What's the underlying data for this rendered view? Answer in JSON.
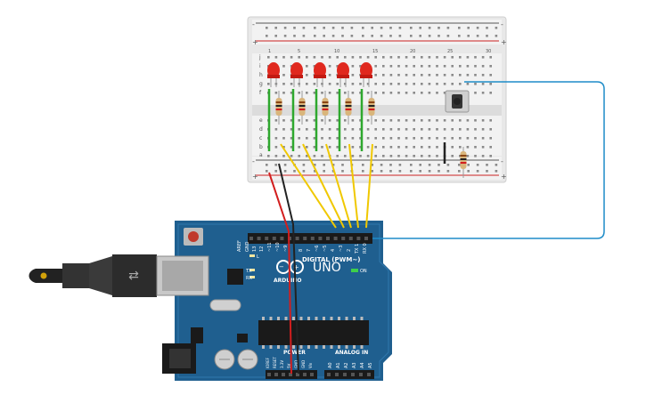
{
  "breadboard": {
    "column_numbers": [
      "1",
      "5",
      "10",
      "15",
      "20",
      "25",
      "30"
    ],
    "row_letters_top": [
      "j",
      "i",
      "h",
      "g",
      "f"
    ],
    "row_letters_bottom": [
      "e",
      "d",
      "c",
      "b",
      "a"
    ],
    "rail_plus": "+",
    "rail_minus": "-"
  },
  "components": {
    "leds": {
      "count": 5,
      "color": "#e0281e"
    },
    "pushbutton": {
      "color": "#333333"
    }
  },
  "arduino": {
    "logo_text": "ARDUINO",
    "model_label": "UNO",
    "on_label": "ON",
    "digital_label": "DIGITAL (PWM~)",
    "power_label": "POWER",
    "analog_label": "ANALOG IN",
    "led_l": "L",
    "led_tx": "TX",
    "led_rx": "RX",
    "digital_pins": [
      "AREF",
      "GND",
      "13",
      "12",
      "~11",
      "~10",
      "~9",
      "8",
      "7",
      "~6",
      "~5",
      "4",
      "~3",
      "2",
      "TX 1",
      "RX 0"
    ],
    "power_pins": [
      "IOREF",
      "RESET",
      "3.3V",
      "5V",
      "GND",
      "GND",
      "Vin"
    ],
    "analog_pins": [
      "A0",
      "A1",
      "A2",
      "A3",
      "A4",
      "A5"
    ],
    "board_color": "#1f5f8f"
  },
  "wires": {
    "red": "#d21e1e",
    "black": "#222222",
    "yellow": "#f0c800",
    "blue": "#1e8cc8",
    "green": "#2ea82e"
  }
}
